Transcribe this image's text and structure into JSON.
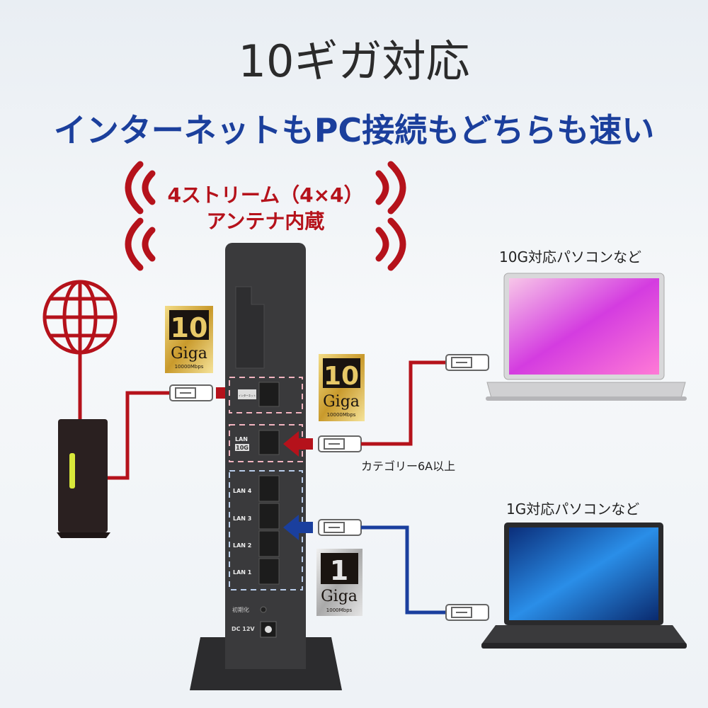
{
  "header": {
    "title": "10ギガ対応",
    "subtitle": "インターネットもPC接続もどちらも速い"
  },
  "antenna": {
    "line1": "4ストリーム（4×4）",
    "line2": "アンテナ内蔵"
  },
  "badges": {
    "ten_giga": {
      "number": "10",
      "word": "Giga",
      "speed": "10000Mbps"
    },
    "one_giga": {
      "number": "1",
      "word": "Giga",
      "speed": "1000Mbps"
    }
  },
  "router": {
    "wan_label": "インターネット",
    "lan10g_label": "LAN",
    "lan10g_tag": "10G",
    "lan_ports": [
      "LAN 4",
      "LAN 3",
      "LAN 2",
      "LAN 1"
    ],
    "reset_label": "初期化",
    "power_label": "DC 12V"
  },
  "devices": {
    "pc10g_label": "10G対応パソコンなど",
    "pc1g_label": "1G対応パソコンなど",
    "cable_note": "カテゴリー6A以上"
  },
  "colors": {
    "title": "#2b2b2b",
    "subtitle": "#1b3f9c",
    "red": "#b5121b",
    "blue": "#1a3f9e",
    "router": "#3a3a3c"
  }
}
